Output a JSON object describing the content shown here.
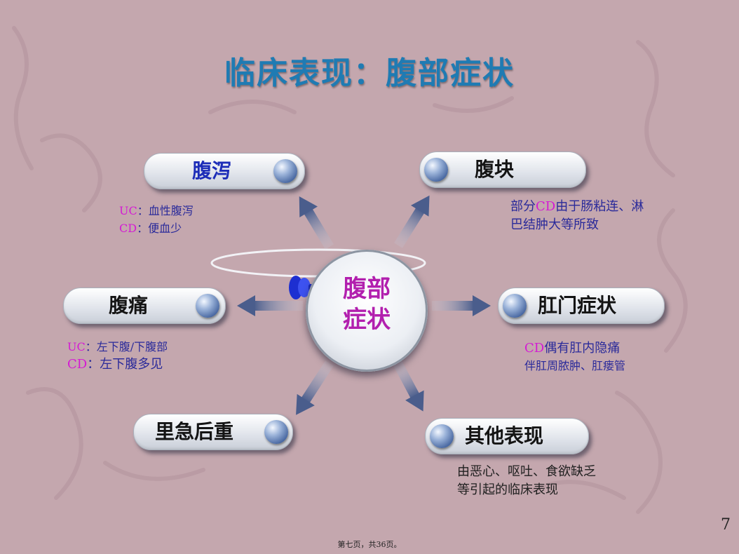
{
  "title": "临床表现：腹部症状",
  "center": {
    "line1": "腹部",
    "line2": "症状"
  },
  "nodes": {
    "diarrhea": "腹泻",
    "mass": "腹块",
    "pain": "腹痛",
    "anal": "肛门症状",
    "tenesmus": "里急后重",
    "other": "其他表现"
  },
  "notes": {
    "diarrhea": {
      "uc_tag": "UC",
      "uc_text": "：血性腹泻",
      "cd_tag": "CD",
      "cd_text": "：便血少"
    },
    "mass": {
      "pre": "部分",
      "cd_tag": "CD",
      "post": "由于肠粘连、淋",
      "line2": "巴结肿大等所致"
    },
    "pain": {
      "uc_tag": "UC",
      "uc_text": "：左下腹/下腹部",
      "cd_tag": "CD",
      "cd_text": "：左下腹多见"
    },
    "anal": {
      "cd_tag": "CD",
      "line1": "偶有肛内隐痛",
      "line2": "伴肛周脓肿、肛瘘管"
    },
    "other": {
      "line1": "由恶心、呕吐、食欲缺乏",
      "line2": "等引起的临床表现"
    }
  },
  "page_number": "7",
  "footer": "第七页，共36页。",
  "colors": {
    "title": "#1f7bb3",
    "center_text": "#b21fae",
    "magenta": "#d41ad4",
    "navy": "#2a2a9a",
    "arrow": "#4a5d8c"
  },
  "icons": {
    "bullet": "blue-sphere-icon",
    "pin": "blue-pushpin-icon"
  }
}
